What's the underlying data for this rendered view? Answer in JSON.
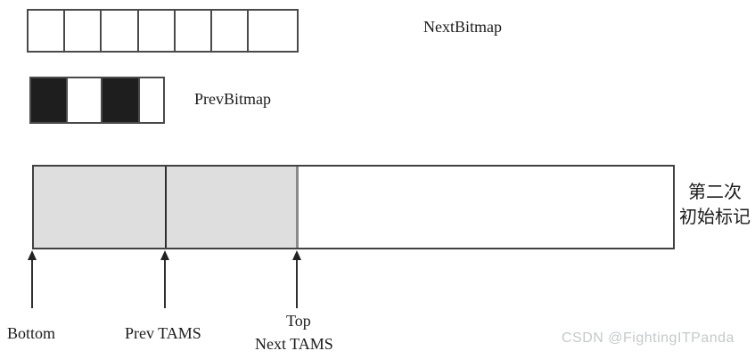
{
  "next_bitmap": {
    "label": "NextBitmap",
    "cells": [
      "empty",
      "empty",
      "empty",
      "empty",
      "empty",
      "empty",
      "empty"
    ]
  },
  "prev_bitmap": {
    "label": "PrevBitmap",
    "cells": [
      "filled",
      "empty",
      "filled",
      "empty"
    ]
  },
  "region": {
    "segments": [
      "marked",
      "marked",
      "unmarked"
    ]
  },
  "annotation": {
    "line1": "第二次",
    "line2": "初始标记"
  },
  "pointers": {
    "bottom": "Bottom",
    "prev_tams": "Prev TAMS",
    "top": "Top",
    "next_tams": "Next TAMS"
  },
  "watermark": "CSDN @FightingITPanda",
  "colors": {
    "filled_cell": "#1e1e1e",
    "marked_region": "#dedede",
    "border": "#4a4a4a",
    "gray_divider": "#8a8a8a",
    "watermark": "#c5c8ca"
  }
}
